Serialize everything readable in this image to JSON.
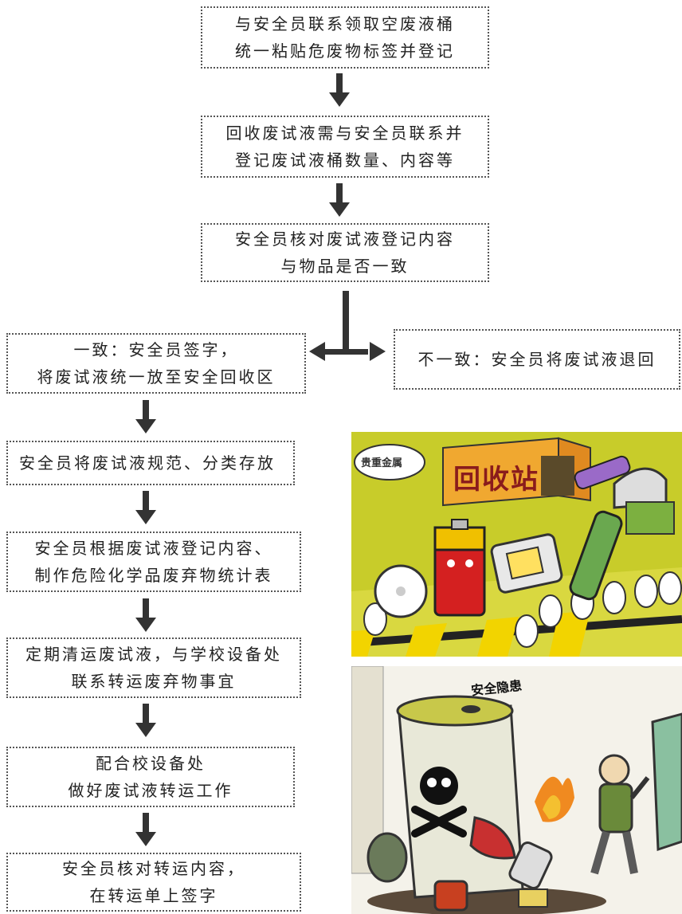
{
  "steps": [
    {
      "line1": "与安全员联系领取空废液桶",
      "line2": "统一粘贴危废物标签并登记"
    },
    {
      "line1": "回收废试液需与安全员联系并",
      "line2": "登记废试液桶数量、内容等"
    },
    {
      "line1": "安全员核对废试液登记内容",
      "line2": "与物品是否一致"
    },
    {
      "line1": "一致：安全员签字，",
      "line2": "将废试液统一放至安全回收区"
    },
    {
      "line1": "不一致：安全员将废试液退回"
    },
    {
      "line1": "安全员将废试液规范、分类存放"
    },
    {
      "line1": "安全员根据废试液登记内容、",
      "line2": "制作危险化学品废弃物统计表"
    },
    {
      "line1": "定期清运废试液，与学校设备处",
      "line2": "联系转运废弃物事宜"
    },
    {
      "line1": "配合校设备处",
      "line2": "做好废试液转运工作"
    },
    {
      "line1": "安全员核对转运内容，",
      "line2": "在转运单上签字"
    }
  ],
  "illustrations": {
    "recycling": {
      "sign": "回收站",
      "badge": "贵重金属"
    },
    "hazard": {
      "sign": "安全隐患"
    }
  },
  "colors": {
    "recycle_bg": "#c8cc2a",
    "sign_orange": "#f0a830",
    "battery_red": "#d42020",
    "barrel": "#e8e8d8"
  }
}
